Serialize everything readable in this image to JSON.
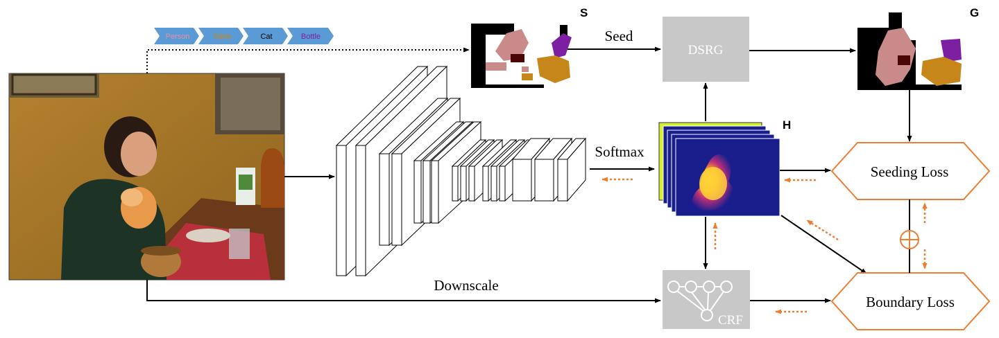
{
  "class_tags": [
    {
      "label": "Person",
      "color": "#e78fa6"
    },
    {
      "label": "Table",
      "color": "#c7831a"
    },
    {
      "label": "Cat",
      "color": "#000000"
    },
    {
      "label": "Bottle",
      "color": "#7d1fa3"
    }
  ],
  "labels": {
    "seed": "Seed",
    "softmax": "Softmax",
    "downscale": "Downscale",
    "dsrg": "DSRG",
    "crf": "CRF",
    "seeding_loss": "Seeding Loss",
    "boundary_loss": "Boundary Loss",
    "s_marker": "S",
    "g_marker": "G",
    "h_marker": "H"
  },
  "colors": {
    "tag_fill": "#5b9bd5",
    "gray_box": "#c8c8c8",
    "loss_stroke": "#ed7d31",
    "grad_arrow": "#ed7d31",
    "heatmap_bg": "#1a1e8c",
    "mask_person": "#c98a8a",
    "mask_table": "#c7861a",
    "mask_bottle": "#7d1fa3",
    "mask_cat": "#4a0505"
  }
}
